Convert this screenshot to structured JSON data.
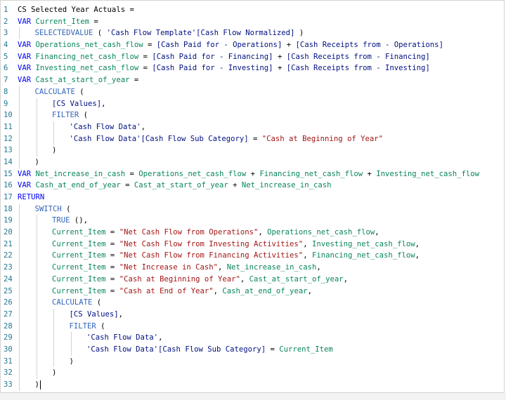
{
  "editor": {
    "lines": [
      {
        "num": "1",
        "indent": 0,
        "tokens": [
          {
            "t": "CS Selected Year Actuals =",
            "c": "op"
          }
        ]
      },
      {
        "num": "2",
        "indent": 0,
        "tokens": [
          {
            "t": "VAR ",
            "c": "kw"
          },
          {
            "t": "Current_Item",
            "c": "var"
          },
          {
            "t": " =",
            "c": "op"
          }
        ]
      },
      {
        "num": "3",
        "indent": 1,
        "tokens": [
          {
            "t": "SELECTEDVALUE",
            "c": "fn"
          },
          {
            "t": " ( ",
            "c": "op"
          },
          {
            "t": "'Cash Flow Template'[Cash Flow Normalized]",
            "c": "ref"
          },
          {
            "t": " )",
            "c": "op"
          }
        ]
      },
      {
        "num": "4",
        "indent": 0,
        "tokens": [
          {
            "t": "VAR ",
            "c": "kw"
          },
          {
            "t": "Operations_net_cash_flow",
            "c": "var"
          },
          {
            "t": " = ",
            "c": "op"
          },
          {
            "t": "[Cash Paid for - Operations]",
            "c": "ref"
          },
          {
            "t": " + ",
            "c": "op"
          },
          {
            "t": "[Cash Receipts from - Operations]",
            "c": "ref"
          }
        ]
      },
      {
        "num": "5",
        "indent": 0,
        "tokens": [
          {
            "t": "VAR ",
            "c": "kw"
          },
          {
            "t": "Financing_net_cash_flow",
            "c": "var"
          },
          {
            "t": " = ",
            "c": "op"
          },
          {
            "t": "[Cash Paid for - Financing]",
            "c": "ref"
          },
          {
            "t": " + ",
            "c": "op"
          },
          {
            "t": "[Cash Receipts from - Financing]",
            "c": "ref"
          }
        ]
      },
      {
        "num": "6",
        "indent": 0,
        "tokens": [
          {
            "t": "VAR ",
            "c": "kw"
          },
          {
            "t": "Investing_net_cash_flow",
            "c": "var"
          },
          {
            "t": " = ",
            "c": "op"
          },
          {
            "t": "[Cash Paid for - Investing]",
            "c": "ref"
          },
          {
            "t": " + ",
            "c": "op"
          },
          {
            "t": "[Cash Receipts from - Investing]",
            "c": "ref"
          }
        ]
      },
      {
        "num": "7",
        "indent": 0,
        "tokens": [
          {
            "t": "VAR ",
            "c": "kw"
          },
          {
            "t": "Cast_at_start_of_year",
            "c": "var"
          },
          {
            "t": " =",
            "c": "op"
          }
        ]
      },
      {
        "num": "8",
        "indent": 1,
        "tokens": [
          {
            "t": "CALCULATE",
            "c": "fn"
          },
          {
            "t": " (",
            "c": "op"
          }
        ]
      },
      {
        "num": "9",
        "indent": 2,
        "tokens": [
          {
            "t": "[CS Values]",
            "c": "ref"
          },
          {
            "t": ",",
            "c": "op"
          }
        ]
      },
      {
        "num": "10",
        "indent": 2,
        "tokens": [
          {
            "t": "FILTER",
            "c": "fn"
          },
          {
            "t": " (",
            "c": "op"
          }
        ]
      },
      {
        "num": "11",
        "indent": 3,
        "tokens": [
          {
            "t": "'Cash Flow Data'",
            "c": "ref"
          },
          {
            "t": ",",
            "c": "op"
          }
        ]
      },
      {
        "num": "12",
        "indent": 3,
        "tokens": [
          {
            "t": "'Cash Flow Data'[Cash Flow Sub Category]",
            "c": "ref"
          },
          {
            "t": " = ",
            "c": "op"
          },
          {
            "t": "\"Cash at Beginning of Year\"",
            "c": "str"
          }
        ]
      },
      {
        "num": "13",
        "indent": 2,
        "tokens": [
          {
            "t": ")",
            "c": "op"
          }
        ]
      },
      {
        "num": "14",
        "indent": 1,
        "tokens": [
          {
            "t": ")",
            "c": "op"
          }
        ]
      },
      {
        "num": "15",
        "indent": 0,
        "tokens": [
          {
            "t": "VAR ",
            "c": "kw"
          },
          {
            "t": "Net_increase_in_cash",
            "c": "var"
          },
          {
            "t": " = ",
            "c": "op"
          },
          {
            "t": "Operations_net_cash_flow",
            "c": "var"
          },
          {
            "t": " + ",
            "c": "op"
          },
          {
            "t": "Financing_net_cash_flow",
            "c": "var"
          },
          {
            "t": " + ",
            "c": "op"
          },
          {
            "t": "Investing_net_cash_flow",
            "c": "var"
          }
        ]
      },
      {
        "num": "16",
        "indent": 0,
        "tokens": [
          {
            "t": "VAR ",
            "c": "kw"
          },
          {
            "t": "Cash_at_end_of_year",
            "c": "var"
          },
          {
            "t": " = ",
            "c": "op"
          },
          {
            "t": "Cast_at_start_of_year",
            "c": "var"
          },
          {
            "t": " + ",
            "c": "op"
          },
          {
            "t": "Net_increase_in_cash",
            "c": "var"
          }
        ]
      },
      {
        "num": "17",
        "indent": 0,
        "tokens": [
          {
            "t": "RETURN",
            "c": "kw"
          }
        ]
      },
      {
        "num": "18",
        "indent": 1,
        "tokens": [
          {
            "t": "SWITCH",
            "c": "fn"
          },
          {
            "t": " (",
            "c": "op"
          }
        ]
      },
      {
        "num": "19",
        "indent": 2,
        "tokens": [
          {
            "t": "TRUE",
            "c": "fn"
          },
          {
            "t": " (),",
            "c": "op"
          }
        ]
      },
      {
        "num": "20",
        "indent": 2,
        "tokens": [
          {
            "t": "Current_Item",
            "c": "var"
          },
          {
            "t": " = ",
            "c": "op"
          },
          {
            "t": "\"Net Cash Flow from Operations\"",
            "c": "str"
          },
          {
            "t": ", ",
            "c": "op"
          },
          {
            "t": "Operations_net_cash_flow",
            "c": "var"
          },
          {
            "t": ",",
            "c": "op"
          }
        ]
      },
      {
        "num": "21",
        "indent": 2,
        "tokens": [
          {
            "t": "Current_Item",
            "c": "var"
          },
          {
            "t": " = ",
            "c": "op"
          },
          {
            "t": "\"Net Cash Flow from Investing Activities\"",
            "c": "str"
          },
          {
            "t": ", ",
            "c": "op"
          },
          {
            "t": "Investing_net_cash_flow",
            "c": "var"
          },
          {
            "t": ",",
            "c": "op"
          }
        ]
      },
      {
        "num": "22",
        "indent": 2,
        "tokens": [
          {
            "t": "Current_Item",
            "c": "var"
          },
          {
            "t": " = ",
            "c": "op"
          },
          {
            "t": "\"Net Cash Flow from Financing Activities\"",
            "c": "str"
          },
          {
            "t": ", ",
            "c": "op"
          },
          {
            "t": "Financing_net_cash_flow",
            "c": "var"
          },
          {
            "t": ",",
            "c": "op"
          }
        ]
      },
      {
        "num": "23",
        "indent": 2,
        "tokens": [
          {
            "t": "Current_Item",
            "c": "var"
          },
          {
            "t": " = ",
            "c": "op"
          },
          {
            "t": "\"Net Increase in Cash\"",
            "c": "str"
          },
          {
            "t": ", ",
            "c": "op"
          },
          {
            "t": "Net_increase_in_cash",
            "c": "var"
          },
          {
            "t": ",",
            "c": "op"
          }
        ]
      },
      {
        "num": "24",
        "indent": 2,
        "tokens": [
          {
            "t": "Current_Item",
            "c": "var"
          },
          {
            "t": " = ",
            "c": "op"
          },
          {
            "t": "\"Cash at Beginning of Year\"",
            "c": "str"
          },
          {
            "t": ", ",
            "c": "op"
          },
          {
            "t": "Cast_at_start_of_year",
            "c": "var"
          },
          {
            "t": ",",
            "c": "op"
          }
        ]
      },
      {
        "num": "25",
        "indent": 2,
        "tokens": [
          {
            "t": "Current_Item",
            "c": "var"
          },
          {
            "t": " = ",
            "c": "op"
          },
          {
            "t": "\"Cash at End of Year\"",
            "c": "str"
          },
          {
            "t": ", ",
            "c": "op"
          },
          {
            "t": "Cash_at_end_of_year",
            "c": "var"
          },
          {
            "t": ",",
            "c": "op"
          }
        ]
      },
      {
        "num": "26",
        "indent": 2,
        "tokens": [
          {
            "t": "CALCULATE",
            "c": "fn"
          },
          {
            "t": " (",
            "c": "op"
          }
        ]
      },
      {
        "num": "27",
        "indent": 3,
        "tokens": [
          {
            "t": "[CS Values]",
            "c": "ref"
          },
          {
            "t": ",",
            "c": "op"
          }
        ]
      },
      {
        "num": "28",
        "indent": 3,
        "tokens": [
          {
            "t": "FILTER",
            "c": "fn"
          },
          {
            "t": " (",
            "c": "op"
          }
        ]
      },
      {
        "num": "29",
        "indent": 4,
        "tokens": [
          {
            "t": "'Cash Flow Data'",
            "c": "ref"
          },
          {
            "t": ",",
            "c": "op"
          }
        ]
      },
      {
        "num": "30",
        "indent": 4,
        "tokens": [
          {
            "t": "'Cash Flow Data'[Cash Flow Sub Category]",
            "c": "ref"
          },
          {
            "t": " = ",
            "c": "op"
          },
          {
            "t": "Current_Item",
            "c": "var"
          }
        ]
      },
      {
        "num": "31",
        "indent": 3,
        "tokens": [
          {
            "t": ")",
            "c": "op"
          }
        ]
      },
      {
        "num": "32",
        "indent": 2,
        "tokens": [
          {
            "t": ")",
            "c": "op"
          }
        ]
      },
      {
        "num": "33",
        "indent": 1,
        "tokens": [
          {
            "t": ")",
            "c": "op"
          }
        ],
        "cursor": true
      }
    ]
  }
}
